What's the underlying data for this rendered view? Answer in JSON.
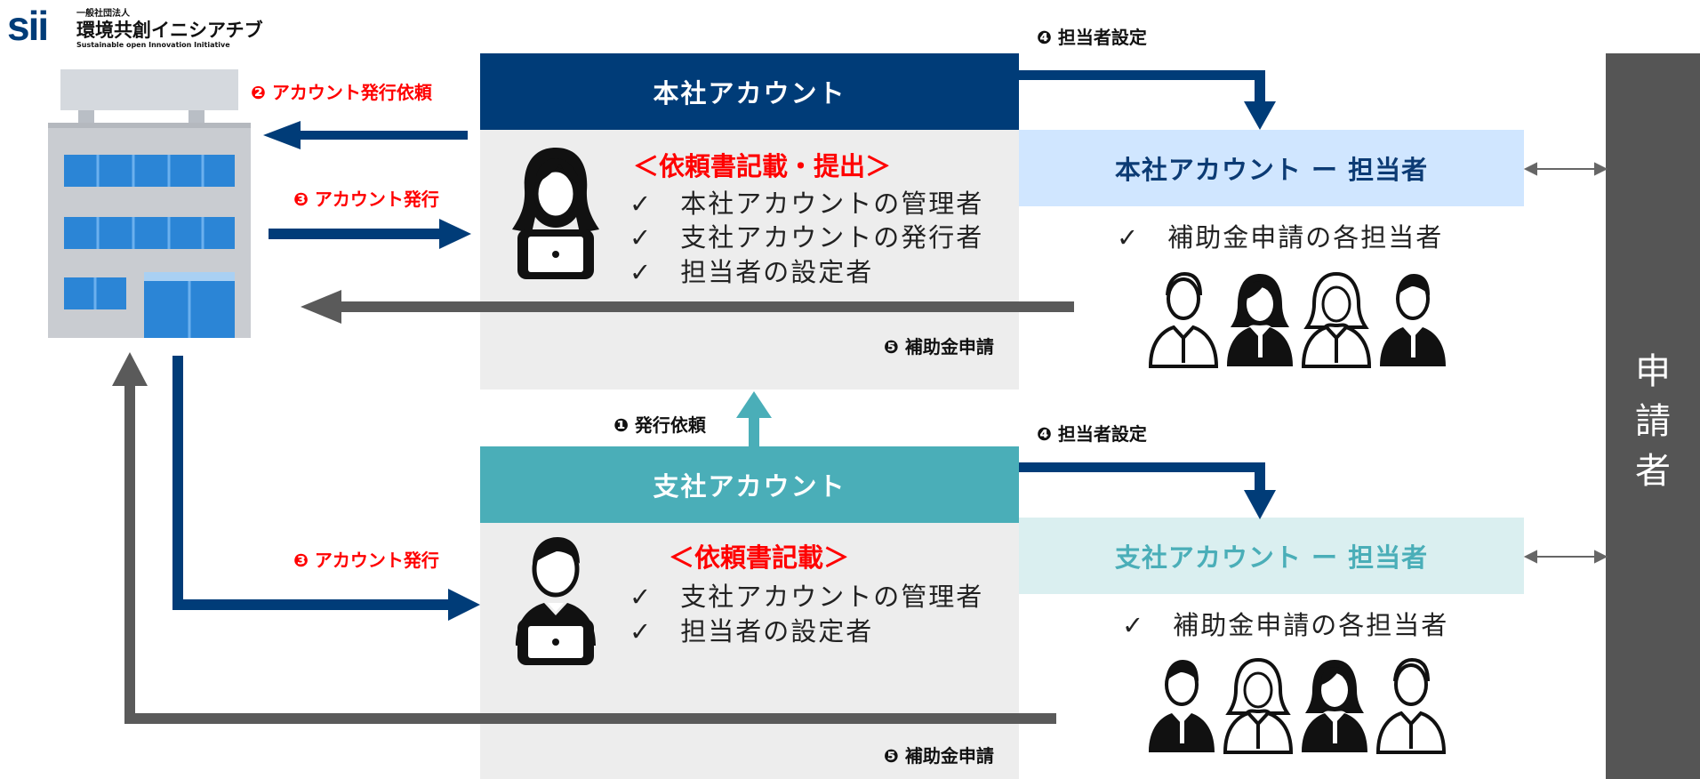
{
  "logo": {
    "mark": "sii",
    "top_text": "一般社団法人",
    "name": "環境共創イニシアチブ",
    "subtitle": "Sustainable open Innovation Initiative"
  },
  "hq": {
    "header": "本社アカウント",
    "request_title": "＜依頼書記載・提出＞",
    "items": [
      "✓　本社アカウントの管理者",
      "✓　支社アカウントの発行者",
      "✓　担当者の設定者"
    ]
  },
  "branch": {
    "header": "支社アカウント",
    "request_title": "＜依頼書記載＞",
    "items": [
      "✓　支社アカウントの管理者",
      "✓　担当者の設定者"
    ]
  },
  "hq_staff": {
    "header": "本社アカウント ー 担当者",
    "item": "✓　補助金申請の各担当者"
  },
  "branch_staff": {
    "header": "支社アカウント ー 担当者",
    "item": "✓　補助金申請の各担当者"
  },
  "steps": {
    "s1": "❶ 発行依頼",
    "s2": "❷ アカウント発行依頼",
    "s3a": "❸ アカウント発行",
    "s3b": "❸ アカウント発行",
    "s4a": "❹ 担当者設定",
    "s4b": "❹ 担当者設定",
    "s5a": "❺ 補助金申請",
    "s5b": "❺ 補助金申請"
  },
  "applicant": {
    "label": "申請者"
  },
  "colors": {
    "navy": "#003c78",
    "teal": "#4aaeb8",
    "grey_arrow": "#5a5a5a",
    "red": "#ff0000",
    "light_blue": "#d0e6ff",
    "light_teal": "#daeff0"
  },
  "icons": {
    "building": "office-building-icon",
    "hq_admin": "female-admin-laptop-icon",
    "branch_admin": "male-admin-laptop-icon",
    "staff": "person-icon"
  }
}
